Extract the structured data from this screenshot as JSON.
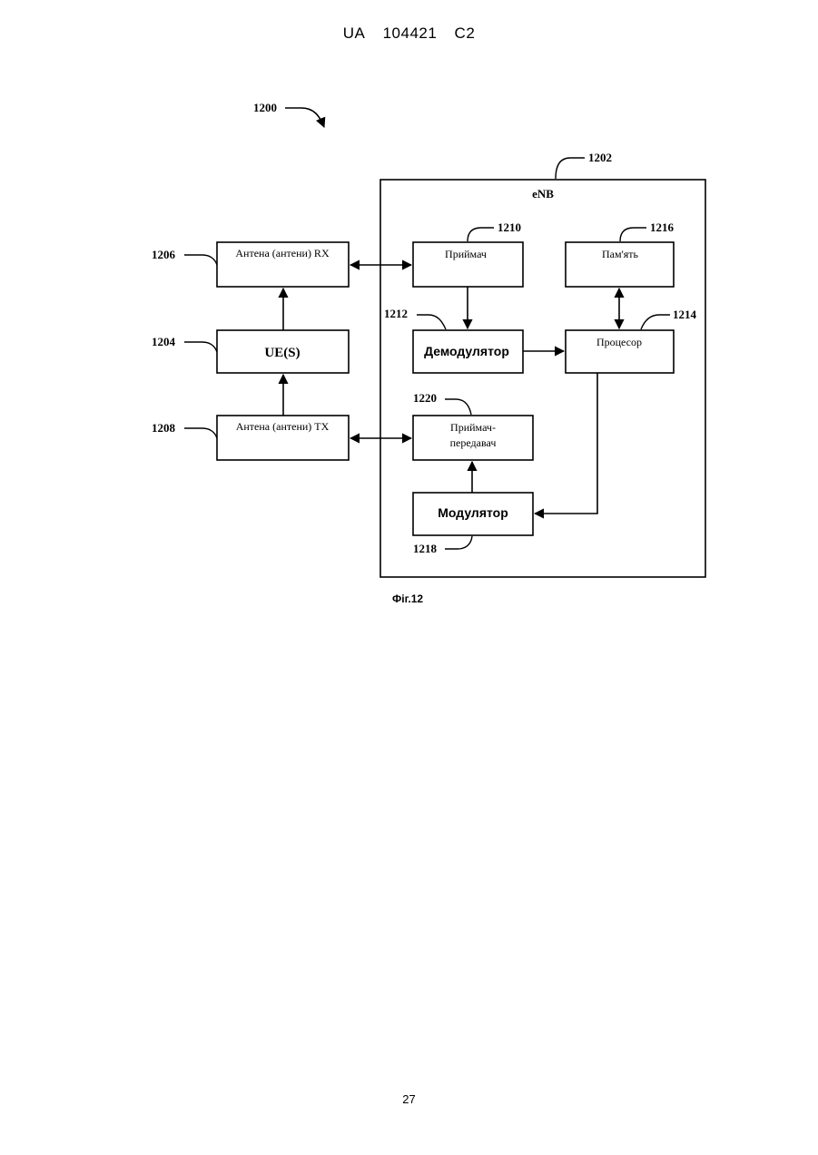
{
  "header": {
    "country": "UA",
    "number": "104421",
    "kind": "C2"
  },
  "footer": {
    "page_number": "27"
  },
  "diagram": {
    "ref_system": "1200",
    "ref_enb": "1202",
    "enb_title": "eNB",
    "blocks": {
      "ant_rx": {
        "ref": "1206",
        "label": "Антена (антени) RX"
      },
      "ue": {
        "ref": "1204",
        "label": "UE(S)"
      },
      "ant_tx": {
        "ref": "1208",
        "label": "Антена (антени) TX"
      },
      "receiver": {
        "ref": "1210",
        "label": "Приймач"
      },
      "memory": {
        "ref": "1216",
        "label": "Пам'ять"
      },
      "demodulator": {
        "ref": "1212",
        "label": "Демодулятор"
      },
      "processor": {
        "ref": "1214",
        "label": "Процесор"
      },
      "transceiver": {
        "ref": "1220",
        "label_line1": "Приймач-",
        "label_line2": "передавач"
      },
      "modulator": {
        "ref": "1218",
        "label": "Модулятор"
      }
    },
    "caption": "Фіг.12"
  }
}
